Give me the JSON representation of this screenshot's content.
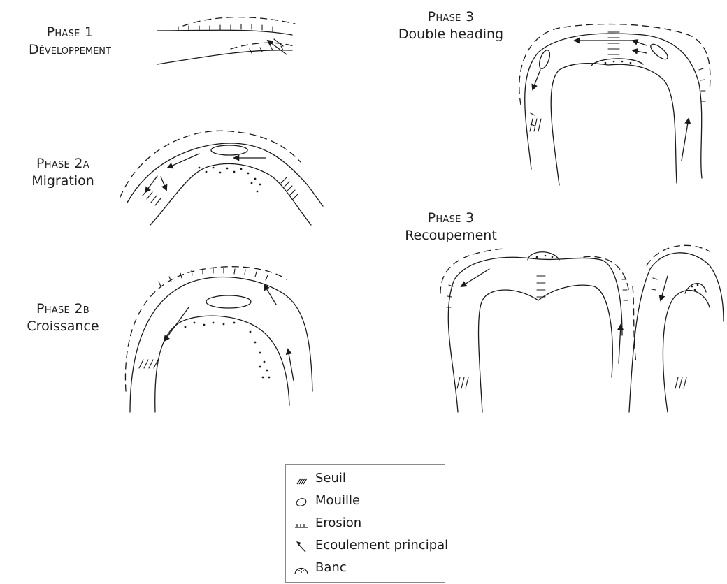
{
  "phases": {
    "p1": {
      "title": "Phase 1",
      "subtitle": "Développement"
    },
    "p2a": {
      "title": "Phase 2a",
      "subtitle": "Migration"
    },
    "p2b": {
      "title": "Phase 2b",
      "subtitle": "Croissance"
    },
    "p3a": {
      "title": "Phase 3",
      "subtitle": "Double heading"
    },
    "p3b": {
      "title": "Phase 3",
      "subtitle": "Recoupement"
    }
  },
  "legend": {
    "items": [
      {
        "label": "Seuil",
        "icon": "riffle-hatch-icon"
      },
      {
        "label": "Mouille",
        "icon": "pool-ellipse-icon"
      },
      {
        "label": "Erosion",
        "icon": "erosion-comb-icon"
      },
      {
        "label": "Ecoulement principal",
        "icon": "flow-arrow-icon"
      },
      {
        "label": "Banc",
        "icon": "bar-dotted-icon"
      }
    ]
  },
  "colors": {
    "ink": "#1a1a1a",
    "border": "#8a8a8a",
    "background": "#ffffff"
  }
}
